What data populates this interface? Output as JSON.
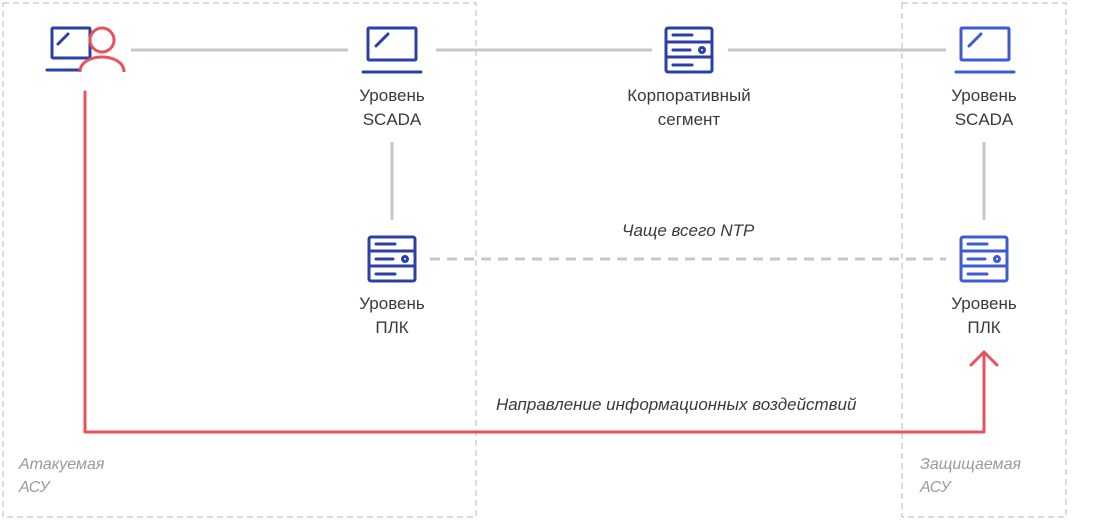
{
  "colors": {
    "icon_blue": "#2b3fa8",
    "icon_blue_light": "#3c5bd4",
    "attack_red": "#e8525c",
    "link_gray": "#c4c8d0",
    "zone_border": "#cfcfcf"
  },
  "zones": {
    "attacked": {
      "line1": "Атакуемая",
      "line2": "АСУ"
    },
    "protected": {
      "line1": "Защищаемая",
      "line2": "АСУ"
    }
  },
  "nodes": {
    "attacker": {
      "icon": "user-laptop-icon"
    },
    "scada_left": {
      "icon": "laptop-icon",
      "line1": "Уровень",
      "line2": "SCADA"
    },
    "corporate": {
      "icon": "server-icon",
      "line1": "Корпоративный",
      "line2": "сегмент"
    },
    "scada_right": {
      "icon": "laptop-icon",
      "line1": "Уровень",
      "line2": "SCADA"
    },
    "plc_left": {
      "icon": "server-icon",
      "line1": "Уровень",
      "line2": "ПЛК"
    },
    "plc_right": {
      "icon": "server-icon",
      "line1": "Уровень",
      "line2": "ПЛК"
    }
  },
  "captions": {
    "ntp_link": "Чаще всего NTP",
    "attack_path": "Направление информационных воздействий"
  }
}
